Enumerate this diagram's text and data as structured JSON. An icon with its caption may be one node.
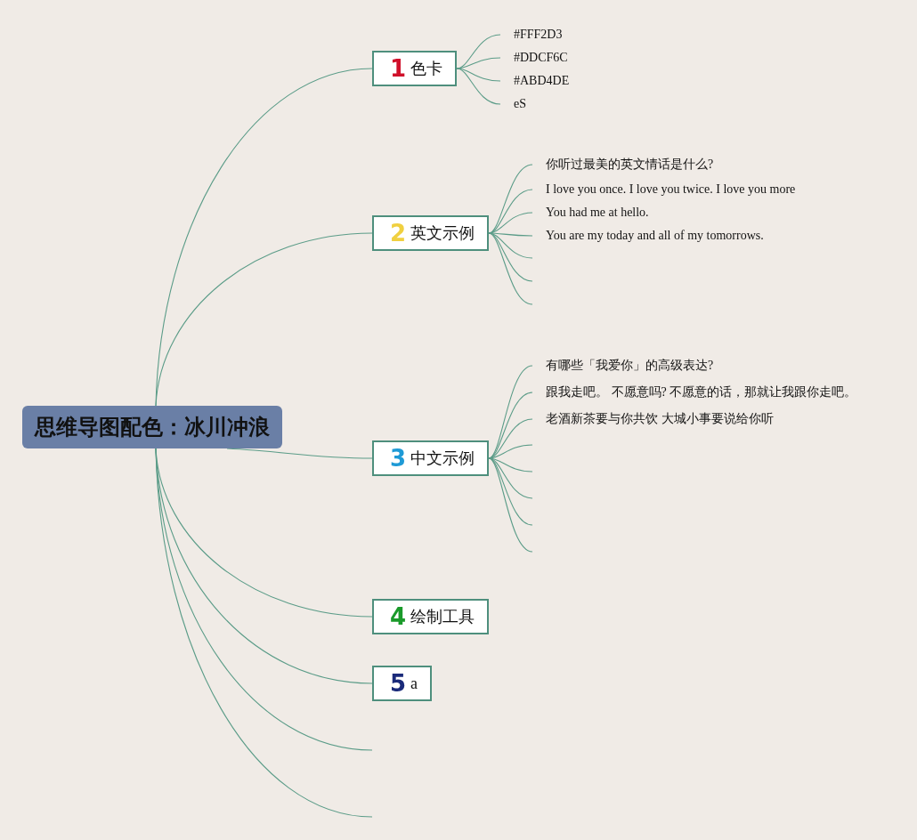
{
  "diagram": {
    "nodes": [
      {
        "text": [
          "思维导图配色：冰川冲浪"
        ]
      },
      {
        "text": [
          "1",
          "色卡"
        ]
      },
      {
        "text": [
          "#FFF2D3"
        ]
      },
      {
        "text": [
          "#DDCF6C"
        ]
      },
      {
        "text": [
          "#ABD4DE"
        ]
      },
      {
        "text": [
          "eS"
        ]
      },
      {
        "text": [
          "2",
          "英文示例"
        ]
      },
      {
        "text": [
          "你听过最美的英文情话是什么?"
        ]
      },
      {
        "text": [
          "I love you once. I love you twice. I love you more"
        ]
      },
      {
        "text": [
          "You had me at hello."
        ]
      },
      {
        "text": [
          "You are my today and all of my tomorrows."
        ]
      },
      {
        "text": [
          "3",
          "中文示例"
        ]
      },
      {
        "text": [
          "有哪些「我爱你」的高级表达?"
        ]
      },
      {
        "text": [
          "跟我走吧。 不愿意吗? 不愿意的话，那就让我跟你走吧。"
        ]
      },
      {
        "text": [
          "老酒新茶要与你共饮 大城小事要说给你听"
        ]
      },
      {
        "text": [
          "4",
          "绘制工具"
        ]
      },
      {
        "text": [
          "5",
          "a"
        ]
      }
    ],
    "edges": [
      {
        "from": 0,
        "to": 1,
        "arrow": "none"
      },
      {
        "from": 0,
        "to": 6,
        "arrow": "none"
      },
      {
        "from": 0,
        "to": 11,
        "arrow": "none"
      },
      {
        "from": 0,
        "to": 15,
        "arrow": "none"
      },
      {
        "from": 0,
        "to": 16,
        "arrow": "none"
      },
      {
        "from": 0,
        "to": null,
        "arrow": "none"
      },
      {
        "from": 0,
        "to": null,
        "arrow": "none"
      },
      {
        "from": 1,
        "to": 2,
        "arrow": "none"
      },
      {
        "from": 1,
        "to": 3,
        "arrow": "none"
      },
      {
        "from": 1,
        "to": 4,
        "arrow": "none"
      },
      {
        "from": 1,
        "to": 5,
        "arrow": "none"
      },
      {
        "from": 6,
        "to": 7,
        "arrow": "none"
      },
      {
        "from": 6,
        "to": 8,
        "arrow": "none"
      },
      {
        "from": 6,
        "to": 9,
        "arrow": "none"
      },
      {
        "from": 6,
        "to": 10,
        "arrow": "none"
      },
      {
        "from": 6,
        "to": null,
        "arrow": "none"
      },
      {
        "from": 6,
        "to": null,
        "arrow": "none"
      },
      {
        "from": 6,
        "to": null,
        "arrow": "none"
      },
      {
        "from": 11,
        "to": 12,
        "arrow": "none"
      },
      {
        "from": 11,
        "to": 13,
        "arrow": "none"
      },
      {
        "from": 11,
        "to": 14,
        "arrow": "none"
      },
      {
        "from": 11,
        "to": null,
        "arrow": "none"
      },
      {
        "from": 11,
        "to": null,
        "arrow": "none"
      },
      {
        "from": 11,
        "to": null,
        "arrow": "none"
      },
      {
        "from": 11,
        "to": null,
        "arrow": "none"
      },
      {
        "from": 11,
        "to": null,
        "arrow": "none"
      }
    ]
  }
}
